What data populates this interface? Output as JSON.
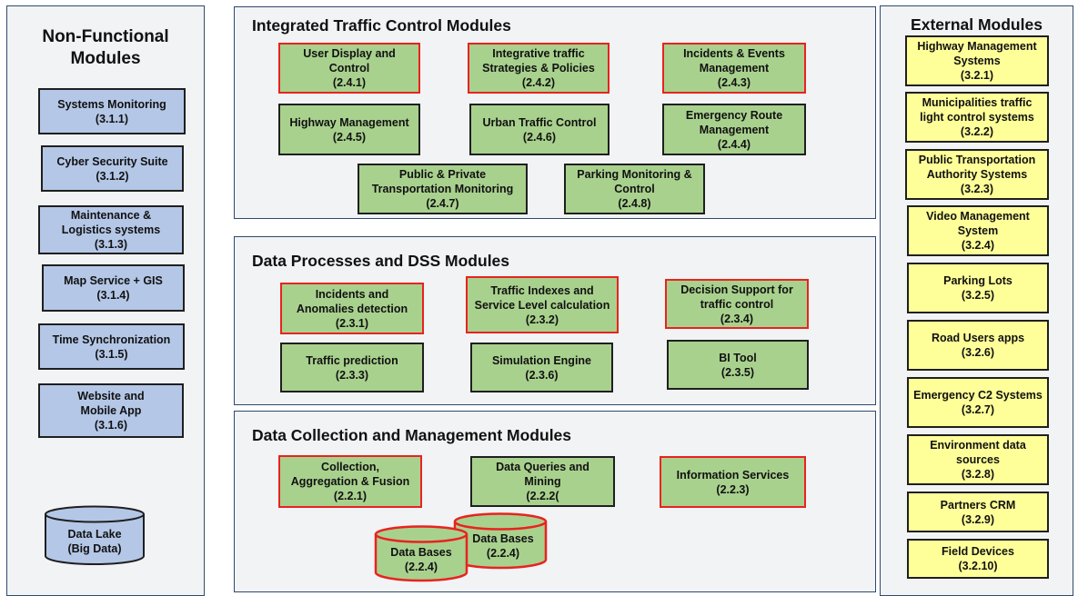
{
  "nonfunctional": {
    "title_line1": "Non-Functional",
    "title_line2": "Modules",
    "modules": [
      {
        "name": "Systems Monitoring",
        "code": "(3.1.1)"
      },
      {
        "name": "Cyber Security Suite",
        "code": "(3.1.2)"
      },
      {
        "name1": "Maintenance &",
        "name2": "Logistics systems",
        "code": "(3.1.3)"
      },
      {
        "name": "Map Service + GIS",
        "code": "(3.1.4)"
      },
      {
        "name": "Time Synchronization",
        "code": "(3.1.5)"
      },
      {
        "name1": "Website and",
        "name2": "Mobile App",
        "code": "(3.1.6)"
      }
    ],
    "datalake": {
      "line1": "Data Lake",
      "line2": "(Big Data)"
    }
  },
  "itc": {
    "title": "Integrated Traffic Control Modules",
    "modules": [
      {
        "name1": "User Display and",
        "name2": "Control",
        "code": "(2.4.1)"
      },
      {
        "name1": "Integrative traffic",
        "name2": "Strategies & Policies",
        "code": "(2.4.2)"
      },
      {
        "name1": "Incidents & Events",
        "name2": "Management",
        "code": "(2.4.3)"
      },
      {
        "name": "Highway Management",
        "code": "(2.4.5)"
      },
      {
        "name": "Urban Traffic Control",
        "code": "(2.4.6)"
      },
      {
        "name1": "Emergency Route",
        "name2": "Management",
        "code": "(2.4.4)"
      },
      {
        "name1": "Public & Private",
        "name2": "Transportation Monitoring",
        "code": "(2.4.7)"
      },
      {
        "name1": "Parking Monitoring &",
        "name2": "Control",
        "code": "(2.4.8)"
      }
    ]
  },
  "dss": {
    "title": "Data Processes and DSS Modules",
    "modules": [
      {
        "name1": "Incidents and",
        "name2": "Anomalies detection",
        "code": "(2.3.1)"
      },
      {
        "name1": "Traffic Indexes and",
        "name2": "Service Level calculation",
        "code": "(2.3.2)"
      },
      {
        "name1": "Decision Support for",
        "name2": "traffic control",
        "code": "(2.3.4)"
      },
      {
        "name": "Traffic prediction",
        "code": "(2.3.3)"
      },
      {
        "name": "Simulation Engine",
        "code": "(2.3.6)"
      },
      {
        "name": "BI Tool",
        "code": "(2.3.5)"
      }
    ]
  },
  "dcm": {
    "title": "Data Collection and Management Modules",
    "modules": [
      {
        "name1": "Collection,",
        "name2": "Aggregation & Fusion",
        "code": "(2.2.1)"
      },
      {
        "name1": "Data Queries and",
        "name2": "Mining",
        "code": "(2.2.2("
      },
      {
        "name": "Information Services",
        "code": "(2.2.3)"
      }
    ],
    "db_back": {
      "line1": "Data Bases",
      "line2": "(2.2.4)"
    },
    "db_front": {
      "line1": "Data Bases",
      "line2": "(2.2.4)"
    }
  },
  "external": {
    "title": "External Modules",
    "modules": [
      {
        "name1": "Highway Management",
        "name2": "Systems",
        "code": "(3.2.1)"
      },
      {
        "name1": "Municipalities traffic",
        "name2": "light control systems",
        "code": "(3.2.2)"
      },
      {
        "name1": "Public Transportation",
        "name2": "Authority Systems",
        "code": "(3.2.3)"
      },
      {
        "name1": "Video Management",
        "name2": "System",
        "code": "(3.2.4)"
      },
      {
        "name": "Parking Lots",
        "code": "(3.2.5)"
      },
      {
        "name": "Road Users apps",
        "code": "(3.2.6)"
      },
      {
        "name": "Emergency C2 Systems",
        "code": "(3.2.7)"
      },
      {
        "name1": "Environment data",
        "name2": "sources",
        "code": "(3.2.8)"
      },
      {
        "name": "Partners CRM",
        "code": "(3.2.9)"
      },
      {
        "name": "Field Devices",
        "code": "(3.2.10)"
      }
    ]
  },
  "colors": {
    "blue_module": "#b4c7e7",
    "green_module": "#a9d18e",
    "yellow_module": "#ffff99",
    "highlight_border": "#e8231f",
    "panel_bg": "#f2f3f5",
    "panel_border": "#2f4a6b"
  }
}
